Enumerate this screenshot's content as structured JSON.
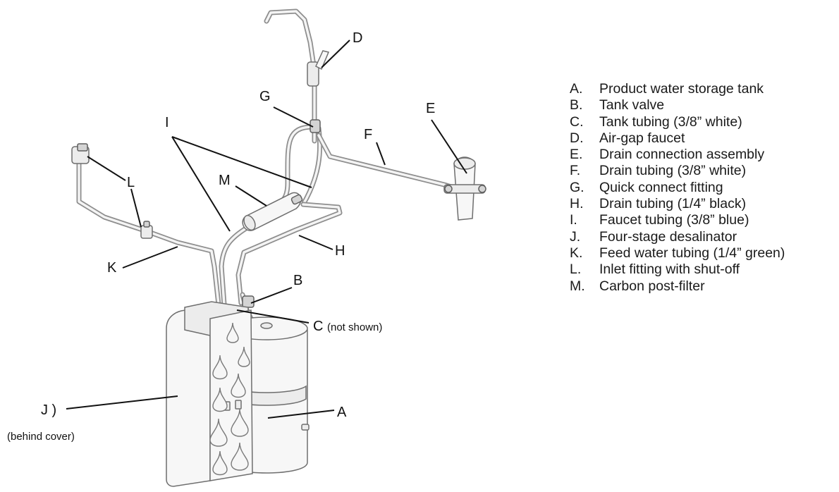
{
  "callouts": {
    "A": "A",
    "B": "B",
    "C": "C",
    "C_note": "(not shown)",
    "D": "D",
    "E": "E",
    "F": "F",
    "G": "G",
    "H": "H",
    "I": "I",
    "J": "J )",
    "J_note": "(behind cover)",
    "K": "K",
    "L": "L",
    "M": "M"
  },
  "legend": [
    {
      "letter": "A.",
      "text": "Product water storage tank"
    },
    {
      "letter": "B.",
      "text": "Tank valve"
    },
    {
      "letter": "C.",
      "text": "Tank tubing (3/8” white)"
    },
    {
      "letter": "D.",
      "text": "Air-gap faucet"
    },
    {
      "letter": "E.",
      "text": "Drain connection assembly"
    },
    {
      "letter": "F.",
      "text": "Drain tubing (3/8” white)"
    },
    {
      "letter": "G.",
      "text": "Quick connect fitting"
    },
    {
      "letter": "H.",
      "text": "Drain tubing (1/4” black)"
    },
    {
      "letter": "I.",
      "text": "Faucet tubing (3/8” blue)"
    },
    {
      "letter": "J.",
      "text": "Four-stage desalinator"
    },
    {
      "letter": "K.",
      "text": "Feed water tubing (1/4” green)"
    },
    {
      "letter": "L.",
      "text": "Inlet fitting with shut-off"
    },
    {
      "letter": "M.",
      "text": "Carbon post-filter"
    }
  ]
}
